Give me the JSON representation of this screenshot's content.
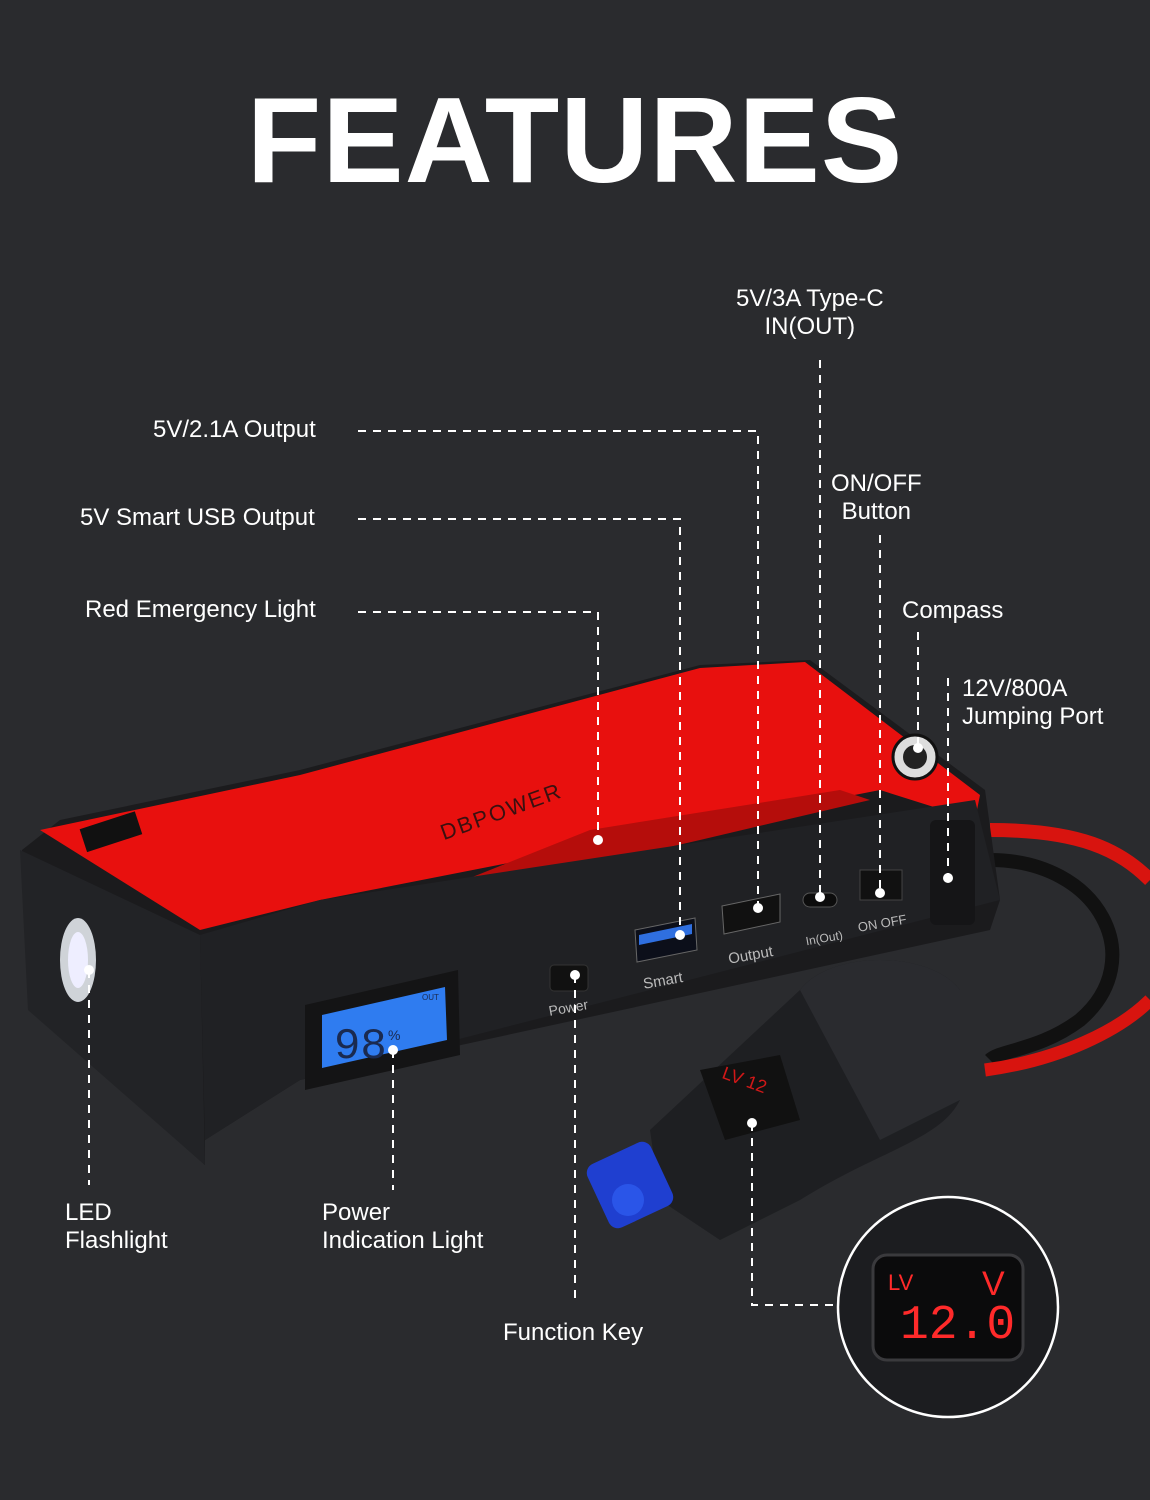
{
  "title": "FEATURES",
  "labels": {
    "type_c": [
      "5V/3A Type-C",
      "IN(OUT)"
    ],
    "output_21a": "5V/2.1A Output",
    "smart_usb": "5V Smart USB Output",
    "red_light": "Red Emergency Light",
    "on_off": [
      "ON/OFF",
      "Button"
    ],
    "compass": "Compass",
    "jump_port": [
      "12V/800A",
      "Jumping Port"
    ],
    "flashlight": [
      "LED",
      "Flashlight"
    ],
    "power_indication": [
      "Power",
      "Indication Light"
    ],
    "function_key": "Function Key"
  },
  "device": {
    "brand": "DBPOWER",
    "lcd_value": "98",
    "lcd_unit": "%",
    "lcd_out": "OUT",
    "port_labels": {
      "power": "Power",
      "smart": "Smart",
      "output": "Output",
      "in_out": "In(Out)",
      "on_off": "ON OFF"
    },
    "clamp_display": {
      "mode": "LV",
      "value": "12.0",
      "unit": "V"
    }
  },
  "colors": {
    "background": "#2a2b2e",
    "accent_red": "#e8100e",
    "lcd_blue": "#2f7cf0",
    "display_red": "#ff2a2a"
  }
}
